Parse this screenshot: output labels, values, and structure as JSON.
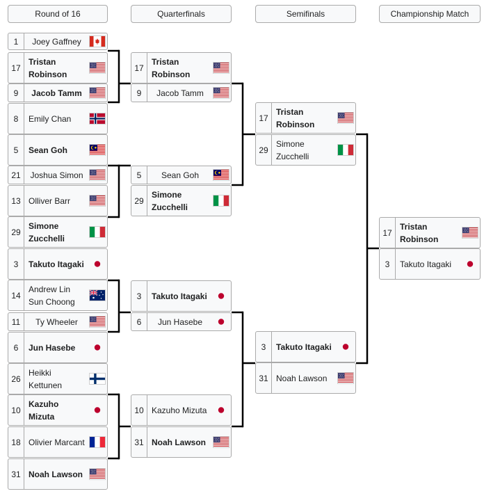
{
  "rounds": [
    "Round of 16",
    "Quarterfinals",
    "Semifinals",
    "Championship Match"
  ],
  "r16": [
    {
      "seed": "1",
      "name": "Joey Gaffney",
      "flag": "canada-flag-icon",
      "winner": false
    },
    {
      "seed": "17",
      "name": "Tristan Robinson",
      "flag": "usa-flag-icon",
      "winner": true
    },
    {
      "seed": "9",
      "name": "Jacob Tamm",
      "flag": "usa-flag-icon",
      "winner": true
    },
    {
      "seed": "8",
      "name": "Emily Chan",
      "flag": "norway-flag-icon",
      "winner": false
    },
    {
      "seed": "5",
      "name": "Sean Goh",
      "flag": "malaysia-flag-icon",
      "winner": true
    },
    {
      "seed": "21",
      "name": "Joshua Simon",
      "flag": "usa-flag-icon",
      "winner": false
    },
    {
      "seed": "13",
      "name": "Olliver Barr",
      "flag": "usa-flag-icon",
      "winner": false
    },
    {
      "seed": "29",
      "name": "Simone Zucchelli",
      "flag": "italy-flag-icon",
      "winner": true
    },
    {
      "seed": "3",
      "name": "Takuto Itagaki",
      "flag": "japan-flag-icon",
      "winner": true
    },
    {
      "seed": "14",
      "name": "Andrew Lin Sun Choong",
      "flag": "australia-flag-icon",
      "winner": false
    },
    {
      "seed": "11",
      "name": "Ty Wheeler",
      "flag": "usa-flag-icon",
      "winner": false
    },
    {
      "seed": "6",
      "name": "Jun Hasebe",
      "flag": "japan-flag-icon",
      "winner": true
    },
    {
      "seed": "26",
      "name": "Heikki Kettunen",
      "flag": "finland-flag-icon",
      "winner": false
    },
    {
      "seed": "10",
      "name": "Kazuho Mizuta",
      "flag": "japan-flag-icon",
      "winner": true
    },
    {
      "seed": "18",
      "name": "Olivier Marcant",
      "flag": "france-flag-icon",
      "winner": false
    },
    {
      "seed": "31",
      "name": "Noah Lawson",
      "flag": "usa-flag-icon",
      "winner": true
    }
  ],
  "qf": [
    {
      "seed": "17",
      "name": "Tristan Robinson",
      "flag": "usa-flag-icon",
      "winner": true
    },
    {
      "seed": "9",
      "name": "Jacob Tamm",
      "flag": "usa-flag-icon",
      "winner": false
    },
    {
      "seed": "5",
      "name": "Sean Goh",
      "flag": "malaysia-flag-icon",
      "winner": false
    },
    {
      "seed": "29",
      "name": "Simone Zucchelli",
      "flag": "italy-flag-icon",
      "winner": true
    },
    {
      "seed": "3",
      "name": "Takuto Itagaki",
      "flag": "japan-flag-icon",
      "winner": true
    },
    {
      "seed": "6",
      "name": "Jun Hasebe",
      "flag": "japan-flag-icon",
      "winner": false
    },
    {
      "seed": "10",
      "name": "Kazuho Mizuta",
      "flag": "japan-flag-icon",
      "winner": false
    },
    {
      "seed": "31",
      "name": "Noah Lawson",
      "flag": "usa-flag-icon",
      "winner": true
    }
  ],
  "sf": [
    {
      "seed": "17",
      "name": "Tristan Robinson",
      "flag": "usa-flag-icon",
      "winner": true
    },
    {
      "seed": "29",
      "name": "Simone Zucchelli",
      "flag": "italy-flag-icon",
      "winner": false
    },
    {
      "seed": "3",
      "name": "Takuto Itagaki",
      "flag": "japan-flag-icon",
      "winner": true
    },
    {
      "seed": "31",
      "name": "Noah Lawson",
      "flag": "usa-flag-icon",
      "winner": false
    }
  ],
  "final": [
    {
      "seed": "17",
      "name": "Tristan Robinson",
      "flag": "usa-flag-icon",
      "winner": true
    },
    {
      "seed": "3",
      "name": "Takuto Itagaki",
      "flag": "japan-flag-icon",
      "winner": false
    }
  ]
}
